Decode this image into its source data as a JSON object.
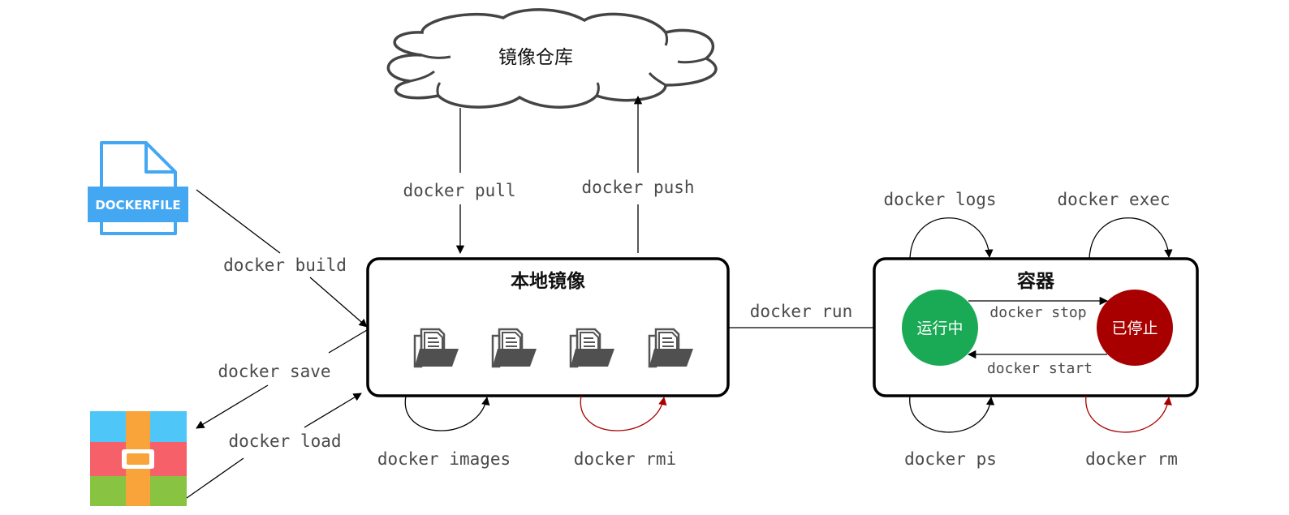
{
  "registry": {
    "label": "镜像仓库"
  },
  "local_images": {
    "title": "本地镜像"
  },
  "containers": {
    "title": "容器",
    "running_label": "运行中",
    "stopped_label": "已停止",
    "running_color": "#1aaa55",
    "stopped_color": "#a80000"
  },
  "dockerfile": {
    "label": "DOCKERFILE",
    "icon": "dockerfile-icon",
    "color": "#44a7f2"
  },
  "archive": {
    "icon": "archive-icon"
  },
  "commands": {
    "pull": "docker pull",
    "push": "docker push",
    "build": "docker build",
    "save": "docker save",
    "load": "docker load",
    "images": "docker images",
    "rmi": "docker rmi",
    "run": "docker run",
    "logs": "docker logs",
    "exec": "docker exec",
    "stop": "docker stop",
    "start": "docker start",
    "ps": "docker ps",
    "rm": "docker rm"
  },
  "danger_color": "#a80000"
}
